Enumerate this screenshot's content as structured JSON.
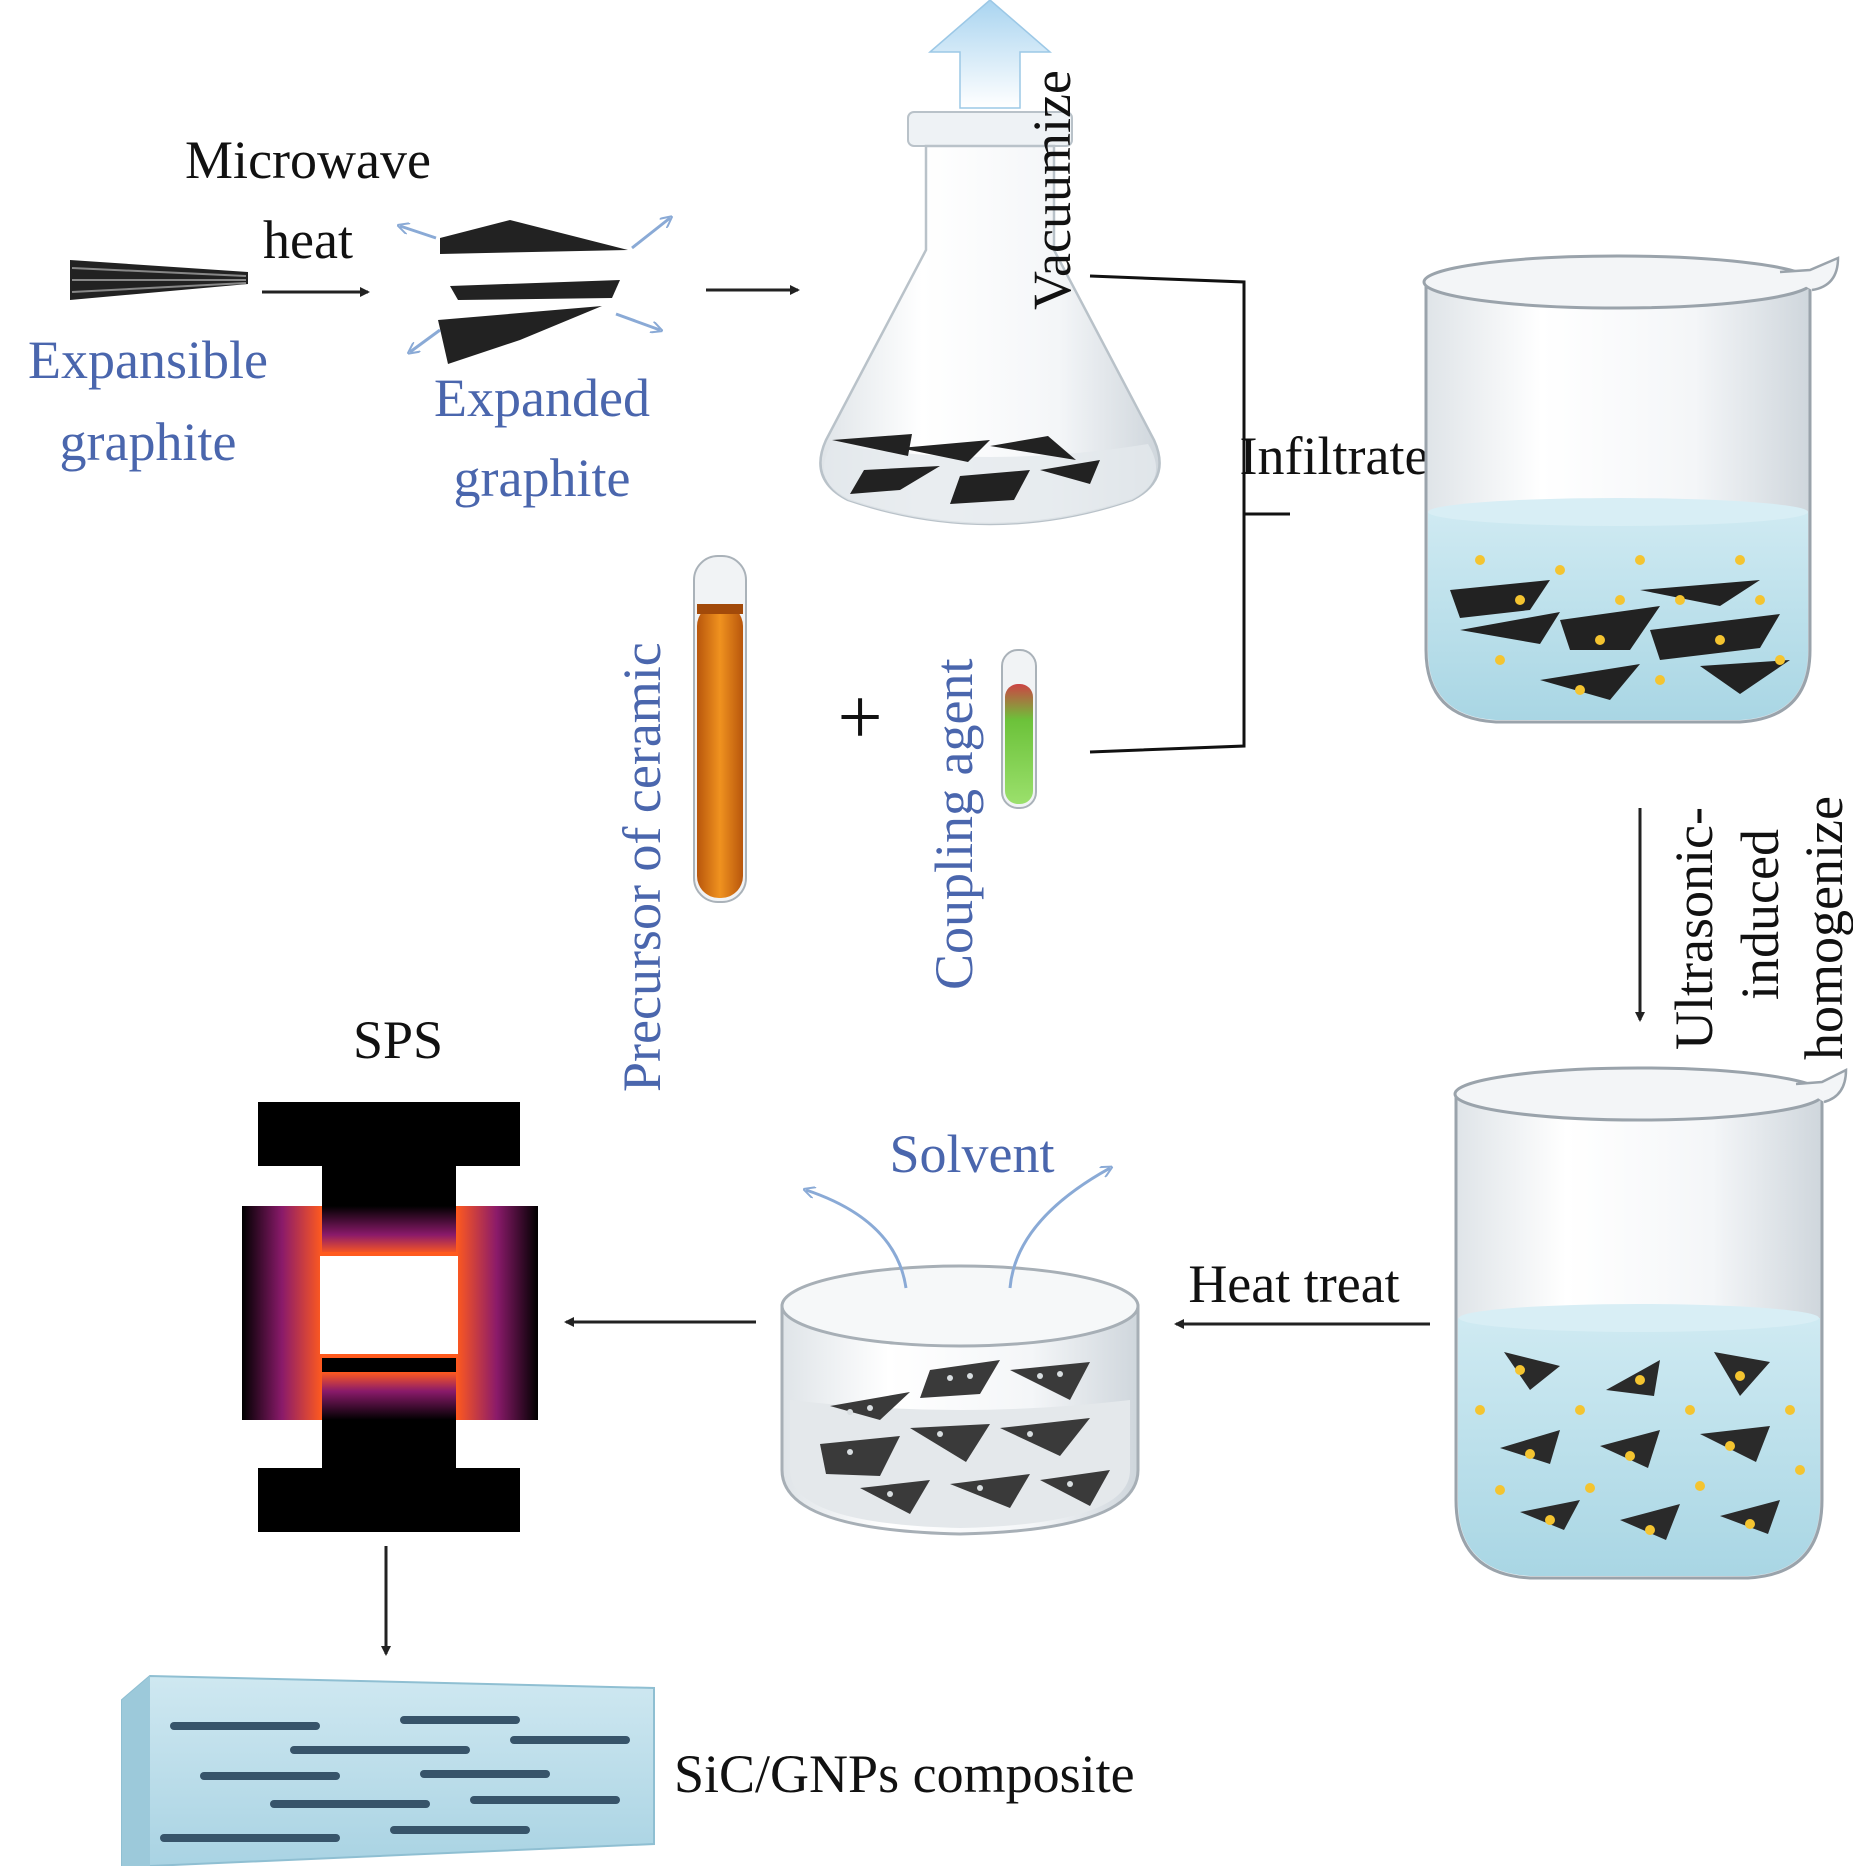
{
  "labels": {
    "microwave": "Microwave",
    "heat": "heat",
    "expansible_1": "Expansible",
    "expansible_2": "graphite",
    "expanded_1": "Expanded",
    "expanded_2": "graphite",
    "vacuumize": "Vacuumize",
    "infiltrate": "Infiltrate",
    "precursor": "Precursor of ceramic",
    "plus": "+",
    "coupling": "Coupling agent",
    "ultrasonic_1": "Ultrasonic-",
    "ultrasonic_2": "induced",
    "ultrasonic_3": "homogenize",
    "sps": "SPS",
    "solvent": "Solvent",
    "heat_treat": "Heat treat",
    "composite": "SiC/GNPs composite"
  },
  "colors": {
    "black_text": "#111111",
    "blue_text": "#4a66ad",
    "liquid": "#bfe3ee",
    "precursor_liquid": "#d9731a",
    "coupling_liquid": "#6cc23a",
    "sps_hot": "#ff5a1e"
  }
}
